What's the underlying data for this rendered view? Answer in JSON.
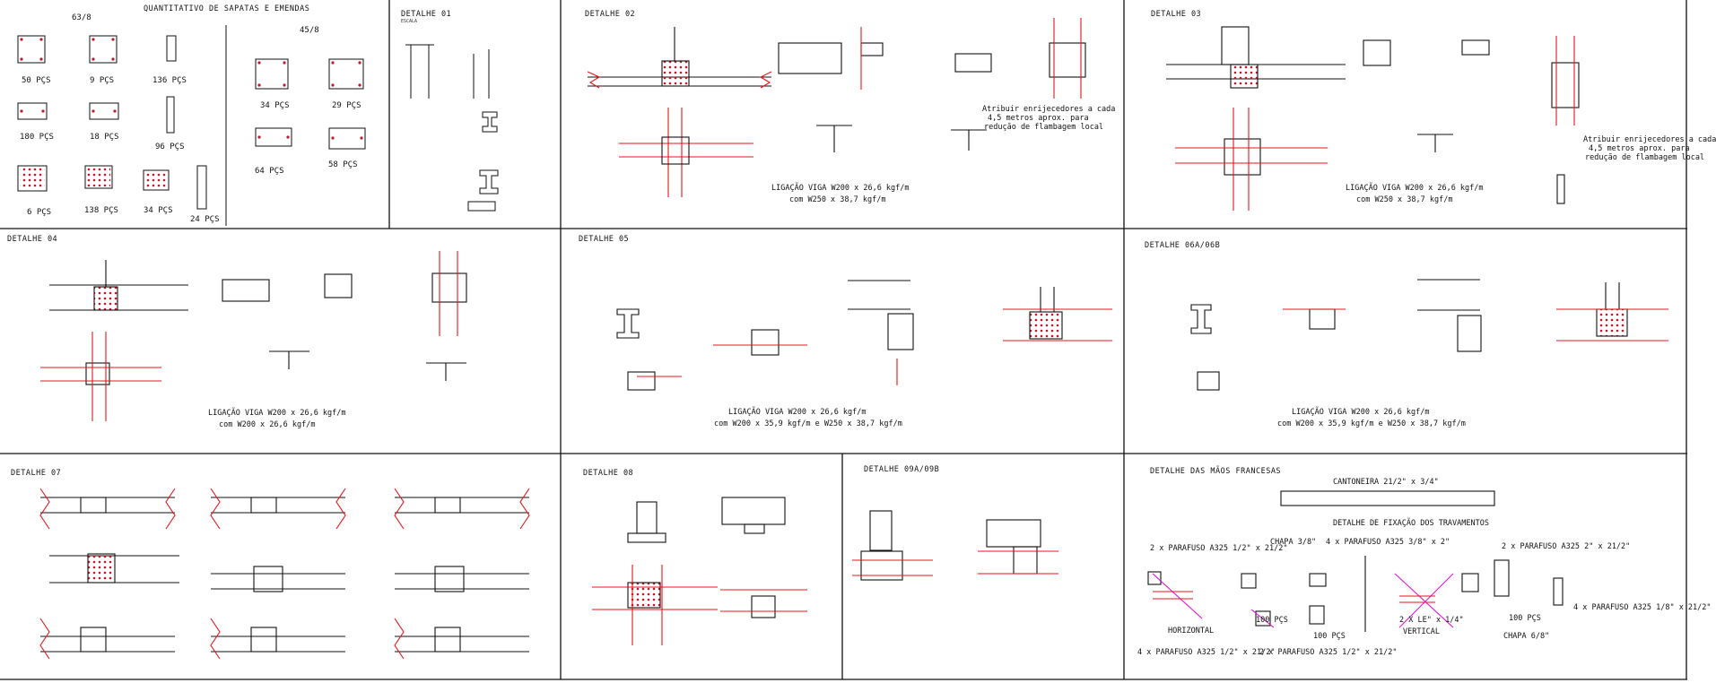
{
  "panels": {
    "quant": {
      "title": "QUANTITATIVO DE SAPATAS E EMENDAS",
      "col1": "63/8",
      "col2": "45/8",
      "counts": [
        "50 PÇS",
        "9 PÇS",
        "136 PÇS",
        "180 PÇS",
        "18 PÇS",
        "96 PÇS",
        "6 PÇS",
        "138 PÇS",
        "34 PÇS",
        "24 PÇS",
        "34 PÇS",
        "29 PÇS",
        "64 PÇS",
        "58 PÇS"
      ]
    },
    "d01": {
      "title": "DETALHE 01",
      "sub": "ESCALA"
    },
    "d02": {
      "title": "DETALHE 02",
      "note": [
        "Atribuir enrijecedores a cada",
        "4,5 metros aprox. para",
        "redução de flambagem local"
      ],
      "caption": [
        "LIGAÇÃO VIGA W200 x 26,6 kgf/m",
        "com W250 x 38,7 kgf/m"
      ]
    },
    "d03": {
      "title": "DETALHE 03",
      "note": [
        "Atribuir enrijecedores a cada",
        "4,5 metros aprox. para",
        "redução de flambagem local"
      ],
      "caption": [
        "LIGAÇÃO VIGA W200 x 26,6 kgf/m",
        "com W250 x 38,7 kgf/m"
      ]
    },
    "d04": {
      "title": "DETALHE 04",
      "caption": [
        "LIGAÇÃO VIGA W200 x 26,6 kgf/m",
        "com W200 x 26,6 kgf/m"
      ]
    },
    "d05": {
      "title": "DETALHE 05",
      "caption": [
        "LIGAÇÃO VIGA W200 x 26,6 kgf/m",
        "com W200 x 35,9 kgf/m e W250 x 38,7 kgf/m"
      ]
    },
    "d06": {
      "title": "DETALHE 06A/06B",
      "caption": [
        "LIGAÇÃO VIGA W200 x 26,6 kgf/m",
        "com W200 x 35,9 kgf/m e W250 x 38,7 kgf/m"
      ]
    },
    "d07": {
      "title": "DETALHE 07"
    },
    "d08": {
      "title": "DETALHE 08"
    },
    "d09": {
      "title": "DETALHE 09A/09B"
    },
    "dmf": {
      "title": "DETALHE DAS MÃOS FRANCESAS",
      "cantoneira": "CANTONEIRA 21/2\" x 3/4\"",
      "sub": "DETALHE DE FIXAÇÃO DOS TRAVAMENTOS",
      "labels": {
        "chapa38": "CHAPA 3/8\"",
        "paraf4_38": "4 x PARAFUSO A325 3/8\" x 2\"",
        "paraf2_12": "2 x PARAFUSO A325 1/2\" x 21/2\"",
        "paraf2_2": "2 x PARAFUSO A325 2\" x 21/2\"",
        "horizontal": "HORIZONTAL",
        "vertical": "VERTICAL",
        "le": "2 X LE\" x 1/4\"",
        "pcs100a": "100 PÇS",
        "pcs100b": "100 PÇS",
        "pcs100c": "100 PÇS",
        "paraf4_12": "4 x PARAFUSO A325 1/2\" x 21/2\"",
        "paraf2_12b": "2 x PARAFUSO A325 1/2\" x 21/2\"",
        "paraf4_18": "4 x PARAFUSO A325 1/8\" x 21/2\"",
        "chapa68": "CHAPA 6/8\""
      }
    }
  },
  "colors": {
    "dim_red": "#e8141c",
    "line": "#111111",
    "bolt": "#c0182a",
    "magenta": "#e010d8"
  }
}
